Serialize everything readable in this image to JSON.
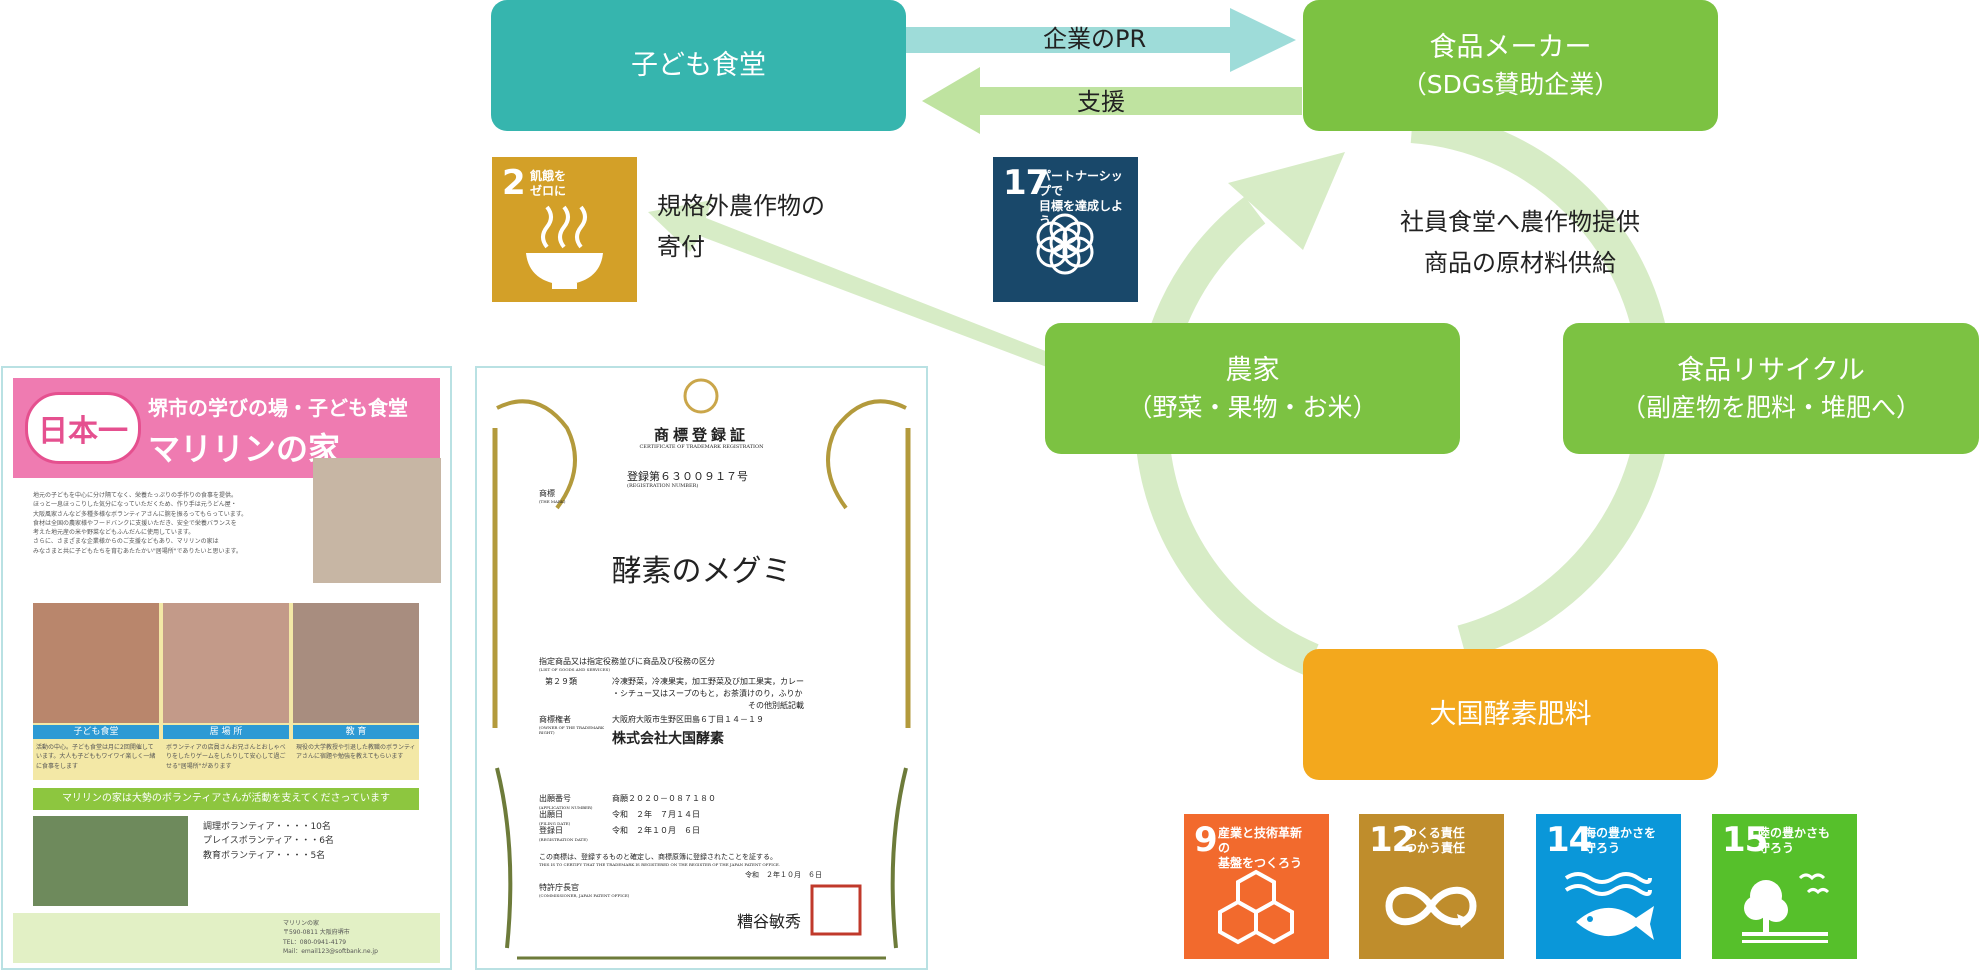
{
  "arrows": {
    "pr_label": "企業のPR",
    "support_label": "支援",
    "donation_label": [
      "規格外農作物の",
      "寄付"
    ],
    "cycle_label": [
      "社員食堂へ農作物提供",
      "商品の原材料供給"
    ]
  },
  "nodes": {
    "kodomo": {
      "line1": "子ども食堂",
      "color": "#36b5ae"
    },
    "maker": {
      "line1": "食品メーカー",
      "line2": "（SDGs賛助企業）",
      "color": "#7cc242"
    },
    "farmer": {
      "line1": "農家",
      "line2": "（野菜・果物・お米）",
      "color": "#7cc242"
    },
    "recycle": {
      "line1": "食品リサイクル",
      "line2": "（副産物を肥料・堆肥へ）",
      "color": "#7cc242"
    },
    "daikoku": {
      "line1": "大国酵素肥料",
      "color": "#f3a81d"
    }
  },
  "sdgs": [
    {
      "num": "2",
      "caption": "飢餓を\nゼロに",
      "color": "#d3a028",
      "icon": "bowl-icon"
    },
    {
      "num": "17",
      "caption": "パートナーシップで\n目標を達成しよう",
      "color": "#19486a",
      "icon": "flower-icon"
    },
    {
      "num": "9",
      "caption": "産業と技術革新の\n基盤をつくろう",
      "color": "#f26a2d",
      "icon": "cubes-icon"
    },
    {
      "num": "12",
      "caption": "つくる責任\nつかう責任",
      "color": "#bf8d2c",
      "icon": "infinity-icon"
    },
    {
      "num": "14",
      "caption": "海の豊かさを\n守ろう",
      "color": "#0a97d9",
      "icon": "fish-icon"
    },
    {
      "num": "15",
      "caption": "陸の豊かさも\n守ろう",
      "color": "#56c02b",
      "icon": "tree-icon"
    }
  ],
  "flyer": {
    "badge": "日本一",
    "title_line1": "堺市の学びの場・子ども食堂",
    "title_line2": "マリリンの家",
    "body_lines": [
      "地元の子どもを中心に分け隔てなく、栄養たっぷりの手作りの食事を提供。",
      "ほっと一息ほっこりした気分になっていただくため、作り手は元うどん屋・",
      "大阪風家さんなど多種多様なボランティアさんに腕を振るってもらっています。",
      "食材は全国の農家様やフードバンクに支援いただき、安全で栄養バランスを",
      "考えた地元産の米や野菜などもふんだんに使用しています。",
      "さらに、さまざまな企業様からのご支援などもあり、マリリンの家は",
      "みなさまと共に子どもたちを育むあたたかい\"居場所\"でありたいと思います。"
    ],
    "sections": [
      {
        "label": "子ども食堂",
        "text": "活動の中心。子ども食堂は月に2回開催しています。大人も子どももワイワイ楽しく一緒に食事をします"
      },
      {
        "label": "居 場 所",
        "text": "ボランティアの店員さんお兄さんとおしゃべりをしたりゲームをしたりして安心して過ごせる\"居場所\"があります"
      },
      {
        "label": "教 育",
        "text": "現役の大学教授や引退した教職のボランティアさんに宿題や勉強を教えてもらいます"
      }
    ],
    "banner": "マリリンの家は大勢のボランティアさんが活動を支えてくださっています",
    "volunteers": [
      "調理ボランティア・・・・10名",
      "プレイスボランティア・・・6名",
      "教育ボランティア・・・・5名"
    ],
    "footer_lines": [
      "マリリンの家",
      "〒590-0811 大阪府堺市",
      "TEL：080-0941-4179",
      "Mail：email123@softbank.ne.jp"
    ]
  },
  "certificate": {
    "title": "商標登録証",
    "title_en": "CERTIFICATE OF TRADEMARK REGISTRATION",
    "reg_number": "登録第６３００９１７号",
    "reg_number_en": "(REGISTRATION NUMBER)",
    "mark_label": "商標",
    "mark_label_en": "(THE MARK)",
    "mark": "酵素のメグミ",
    "goods_heading": "指定商品又は指定役務並びに商品及び役務の区分",
    "goods_heading_en": "(LIST OF GOODS AND SERVICES)",
    "goods_class": "第２９類",
    "goods_text": [
      "冷凍野菜，冷凍果実，加工野菜及び加工果実，カレー",
      "・シチュー又はスープのもと，お茶漬けのり，ふりか",
      "その他別紙記載"
    ],
    "owner_label": "商標権者",
    "owner_label_en": "(OWNER OF THE TRADEMARK RIGHT)",
    "owner_address": "大阪府大阪市生野区田島６丁目１４－１９",
    "owner_name": "株式会社大国酵素",
    "rows": [
      {
        "label": "出願番号",
        "label_en": "(APPLICATION NUMBER)",
        "value": "商願２０２０－０８７１８０"
      },
      {
        "label": "出願日",
        "label_en": "(FILING DATE)",
        "value": "令和　２年　７月１４日"
      },
      {
        "label": "登録日",
        "label_en": "(REGISTRATION DATE)",
        "value": "令和　２年１０月　６日"
      }
    ],
    "statement": "この商標は、登録するものと確定し、商標原簿に登録されたことを証する。",
    "statement_en": "THIS IS TO CERTIFY THAT THE TRADEMARK IS REGISTERED ON THE REGISTER OF THE JAPAN PATENT OFFICE.",
    "statement_date": "令和　２年１０月　６日",
    "commissioner": "特許庁長官",
    "commissioner_en": "(COMMISSIONER, JAPAN PATENT OFFICE)",
    "signature": "糟谷敏秀"
  }
}
